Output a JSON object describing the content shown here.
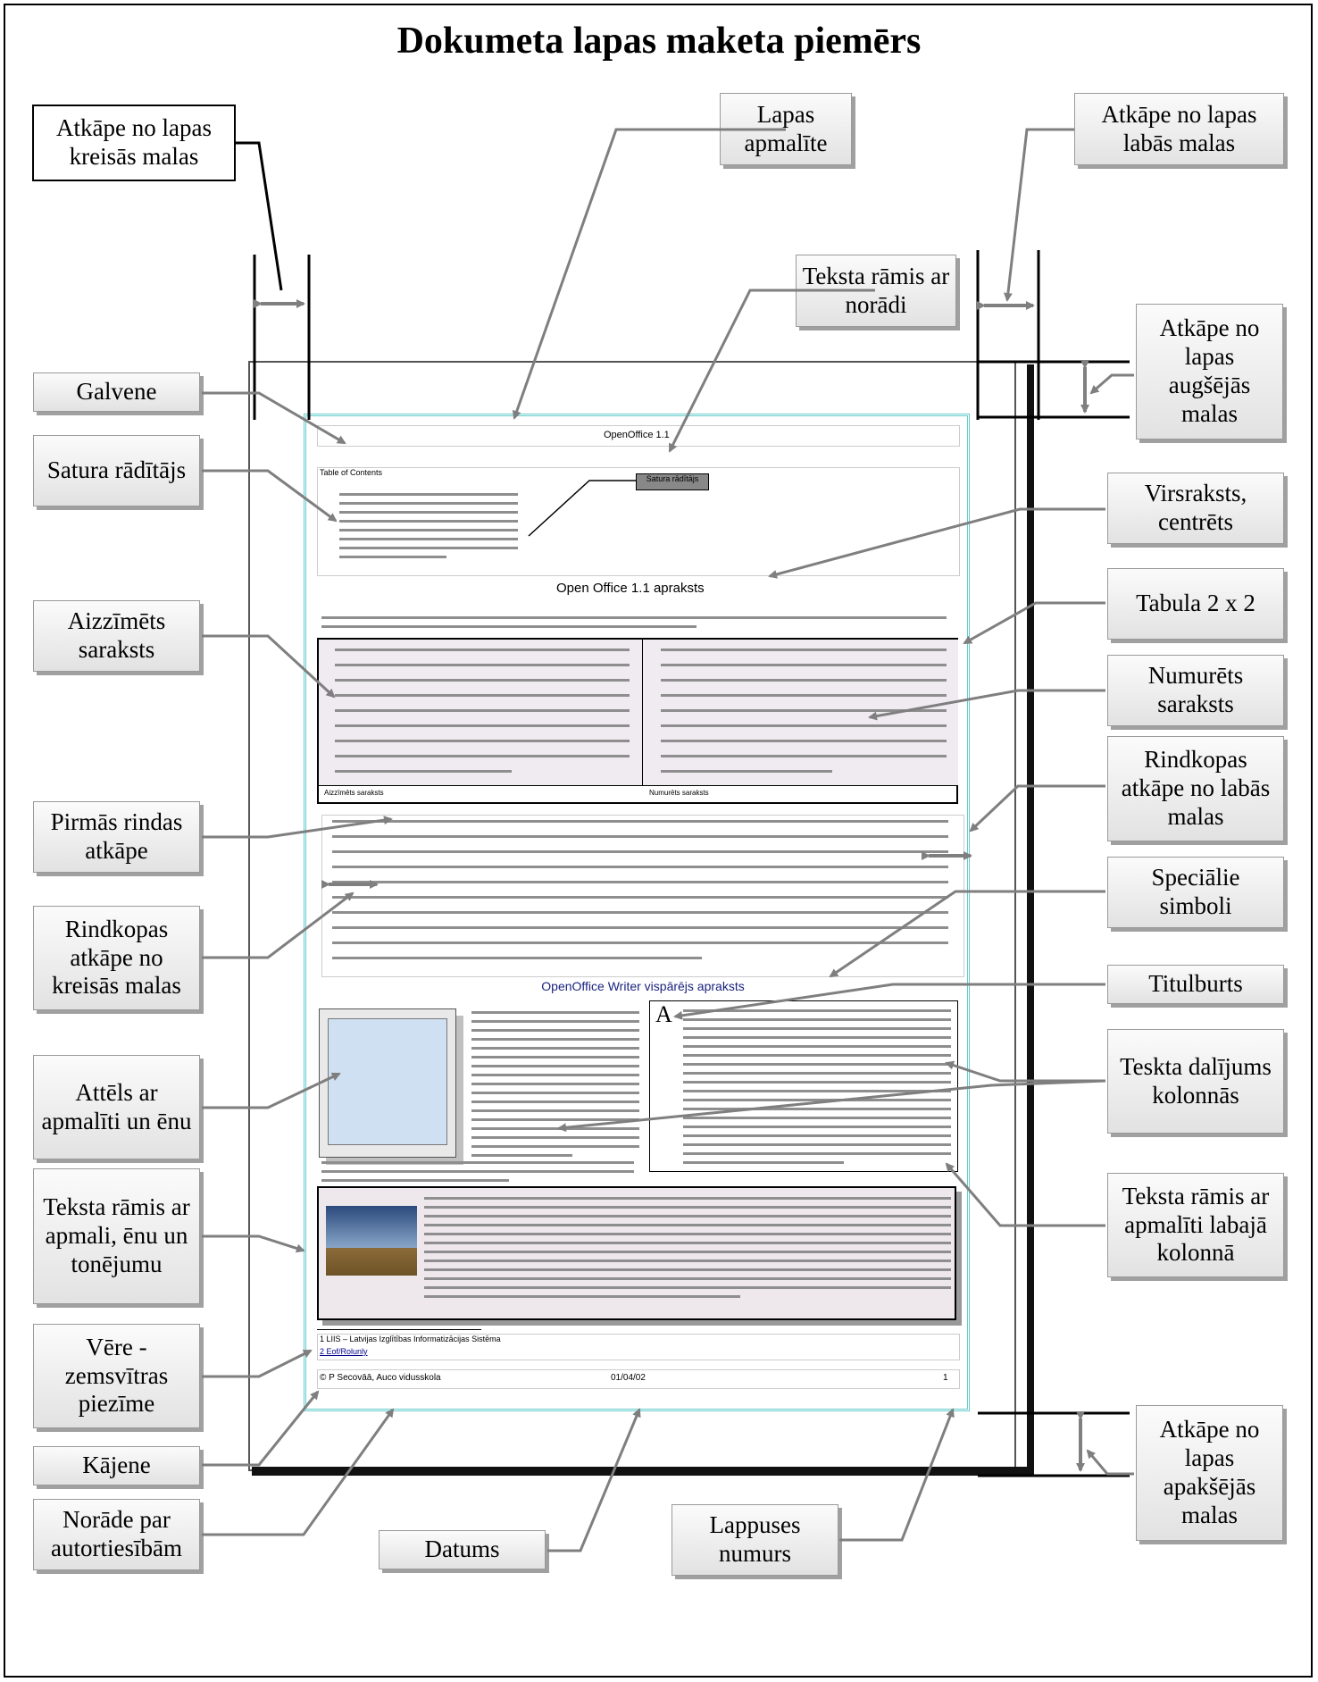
{
  "title": "Dokumeta lapas maketa piemērs",
  "labels": {
    "left_margin": "Atkāpe no lapas kreisās malas",
    "page_border": "Lapas apmalīte",
    "right_margin": "Atkāpe no lapas labās malas",
    "text_frame_callout": "Teksta rāmis ar norādi",
    "top_margin": "Atkāpe no lapas augšējās malas",
    "header": "Galvene",
    "toc": "Satura rādītājs",
    "centered_heading": "Virsraksts, centrēts",
    "bulleted_list": "Aizzīmēts saraksts",
    "table": "Tabula 2 x 2",
    "numbered_list": "Numurēts saraksts",
    "first_line_indent": "Pirmās rindas atkāpe",
    "para_right_indent": "Rindkopas atkāpe no labās malas",
    "special_symbols": "Speciālie simboli",
    "para_left_indent": "Rindkopas atkāpe no kreisās malas",
    "drop_cap": "Titulburts",
    "image_border_shadow": "Attēls ar apmalīti un ēnu",
    "columns": "Teskta dalījums kolonnās",
    "frame_border_shadow": "Teksta rāmis ar apmali, ēnu un tonējumu",
    "frame_right_column": "Teksta rāmis ar apmalīti labajā kolonnā",
    "footnote": "Vēre - zemsvītras piezīme",
    "footer": "Kājene",
    "copyright": "Norāde par autortiesībām",
    "date": "Datums",
    "page_number": "Lappuses numurs",
    "bottom_margin": "Atkāpe no lapas apakšējās malas"
  },
  "mini_page": {
    "header_text": "OpenOffice 1.1",
    "toc_title": "Table of Contents",
    "toc_callout": "Satura rādītājs",
    "heading": "Open Office 1.1 apraksts",
    "special_heading": "OpenOffice Writer vispārējs apraksts",
    "drop_cap_letter": "A",
    "table_bottom_left": "Aizzīmēts saraksts",
    "table_bottom_right": "Numurēts saraksts",
    "footnote_1": "1   LIIS – Latvijas Izglītības Informatizācijas Sistēma",
    "footnote_2": "2   Eof/Rolunly",
    "footer_left": "© P Secovāā, Auco vidusskola",
    "footer_date": "01/04/02",
    "footer_page": "1"
  },
  "colors": {
    "page_border": "#66cccc",
    "label_shadow": "#a0a0a0",
    "arrow": "#7f7f7f"
  }
}
